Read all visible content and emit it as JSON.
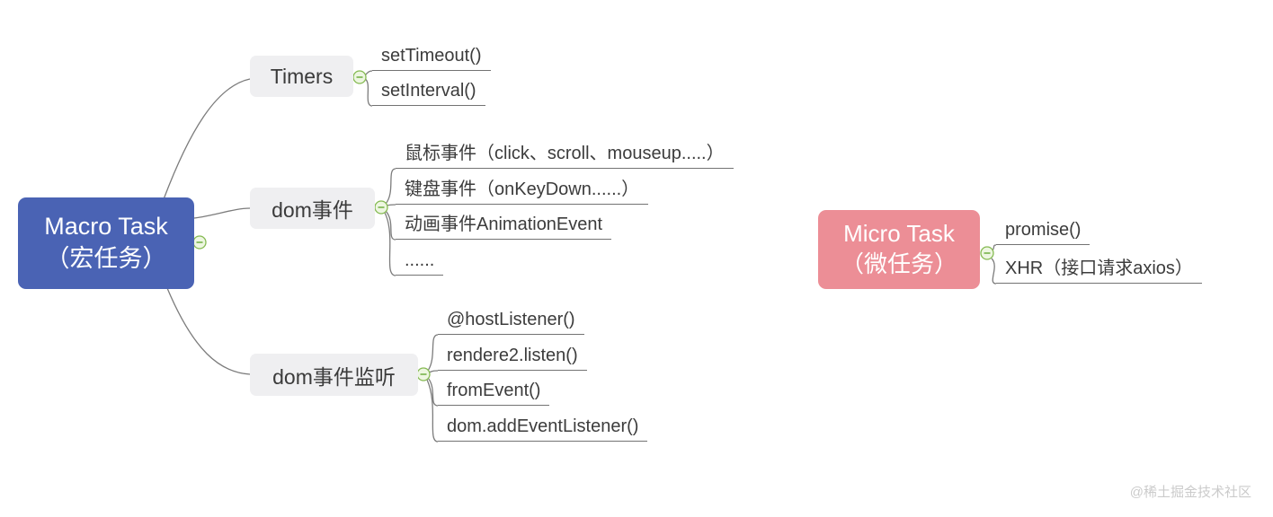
{
  "watermark": "@稀土掘金技术社区",
  "colors": {
    "macro_bg": "#4a63b4",
    "micro_bg": "#ec8e96",
    "branch_bg": "#efeff1",
    "line": "#7c7c7c",
    "collapse_fill": "#edf6e1",
    "collapse_stroke": "#85ba52"
  },
  "macro": {
    "title": "Macro Task",
    "subtitle": "（宏任务）",
    "branches": [
      {
        "label": "Timers",
        "leaves": [
          "setTimeout()",
          "setInterval()"
        ]
      },
      {
        "label": "dom事件",
        "leaves": [
          "鼠标事件（click、scroll、mouseup.....）",
          "键盘事件（onKeyDown......）",
          "动画事件AnimationEvent",
          "......"
        ]
      },
      {
        "label": "dom事件监听",
        "leaves": [
          "@hostListener()",
          "rendere2.listen()",
          "fromEvent()",
          "dom.addEventListener()"
        ]
      }
    ]
  },
  "micro": {
    "title": "Micro Task",
    "subtitle": "（微任务）",
    "leaves": [
      "promise()",
      "XHR（接口请求axios）"
    ]
  }
}
